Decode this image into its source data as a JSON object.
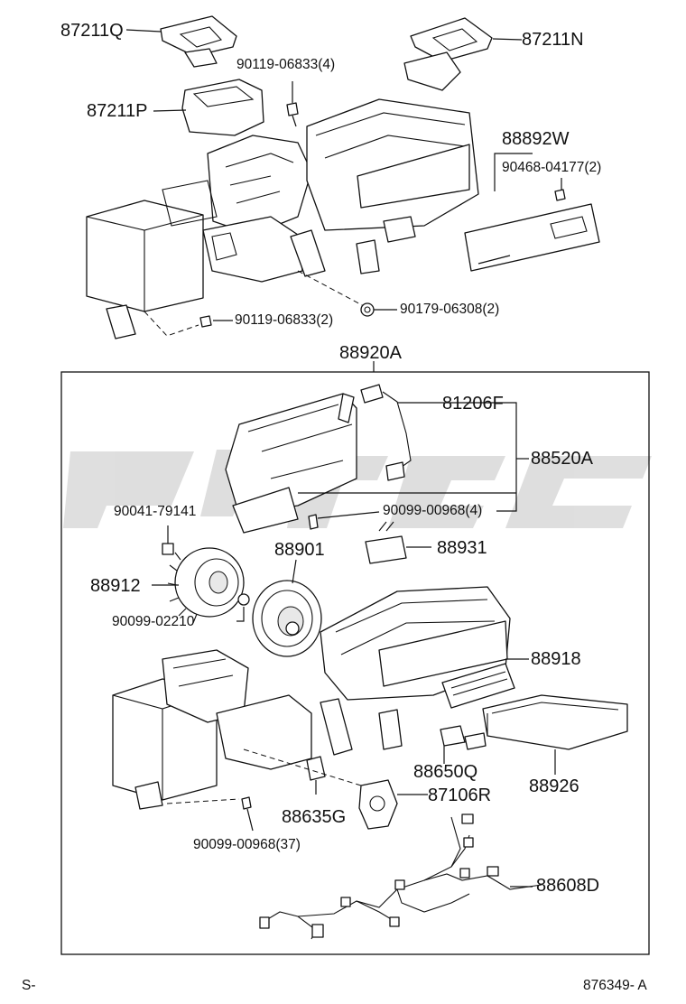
{
  "parts": {
    "p87211Q": "87211Q",
    "p87211N": "87211N",
    "p87211P": "87211P",
    "p90119_4": "90119-06833(4)",
    "p88892W": "88892W",
    "p90468": "90468-04177(2)",
    "p90119_2": "90119-06833(2)",
    "p90179": "90179-06308(2)",
    "p88920A": "88920A",
    "p81206F": "81206F",
    "p88520A": "88520A",
    "p90041": "90041-79141",
    "p90099_4": "90099-00968(4)",
    "p88901": "88901",
    "p88931": "88931",
    "p88912": "88912",
    "p90099_0221": "90099-02210",
    "p88918": "88918",
    "p88650Q": "88650Q",
    "p88926": "88926",
    "p87106R": "87106R",
    "p88635G": "88635G",
    "p90099_37": "90099-00968(37)",
    "p88608D": "88608D"
  },
  "footer": {
    "left": "S-",
    "right": "876349- A"
  },
  "colors": {
    "ink": "#111111",
    "watermark": "#d4d4d4"
  }
}
